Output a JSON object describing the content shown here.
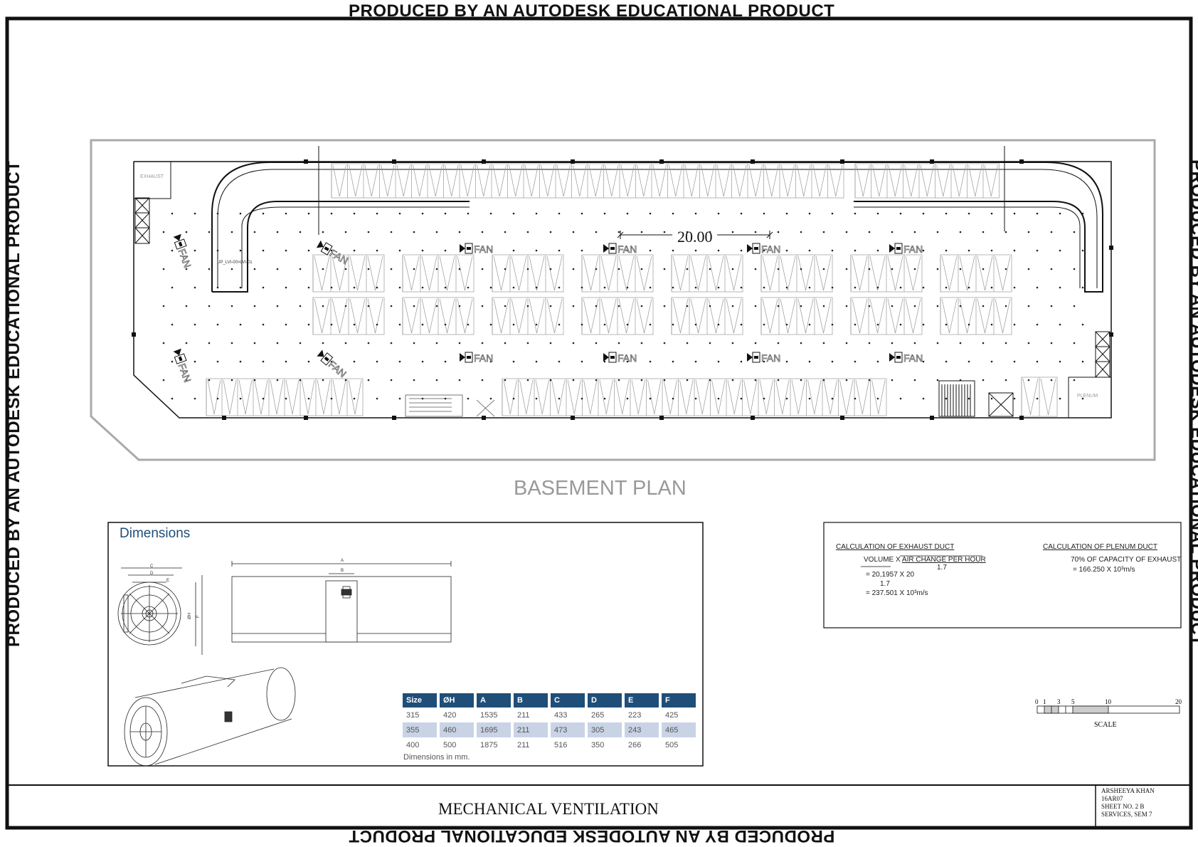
{
  "watermark": "PRODUCED BY AN AUTODESK EDUCATIONAL PRODUCT",
  "plan": {
    "title": "BASEMENT PLAN",
    "dimension_label": "20.00",
    "exhaust_label": "EXHAUST",
    "plenum_label": "PLENUM",
    "ramp_label": "UP_LVI-00>LVI-01",
    "fan_label": "FAN"
  },
  "dimensions_panel": {
    "title": "Dimensions",
    "drawing_labels": {
      "A": "A",
      "B": "B",
      "C": "C",
      "D": "D",
      "E": "E",
      "F": "F",
      "H": "ØH"
    },
    "table": {
      "headers": [
        "Size",
        "ØH",
        "A",
        "B",
        "C",
        "D",
        "E",
        "F"
      ],
      "rows": [
        [
          "315",
          "420",
          "1535",
          "211",
          "433",
          "265",
          "223",
          "425"
        ],
        [
          "355",
          "460",
          "1695",
          "211",
          "473",
          "305",
          "243",
          "465"
        ],
        [
          "400",
          "500",
          "1875",
          "211",
          "516",
          "350",
          "266",
          "505"
        ]
      ],
      "note": "Dimensions in mm."
    }
  },
  "calculations": {
    "exhaust_title": "CALCULATION OF EXHAUST DUCT",
    "exhaust_line1_pre": "VOLUME X ",
    "exhaust_line1_underlined": "AIR CHANGE PER HOUR",
    "exhaust_line1_den": "1.7",
    "exhaust_line2": "= 20,1957 X 20",
    "exhaust_line2_den": "1.7",
    "exhaust_line3": "= 237.501 X 10³m/s",
    "plenum_title": "CALCULATION OF PLENUM DUCT",
    "plenum_line1": "70% OF CAPACITY OF EXHAUST",
    "plenum_line2": "= 166.250 X 10³m/s"
  },
  "scale": {
    "ticks": [
      "0",
      "1",
      "3",
      "5",
      "10",
      "20"
    ],
    "label": "SCALE"
  },
  "title_block": {
    "title": "MECHANICAL VENTILATION",
    "name": "ARSHEEYA KHAN",
    "roll": "16AR07",
    "sheet": "SHEET NO.  2 B",
    "subject": "SERVICES, SEM 7"
  },
  "colors": {
    "ink": "#111111",
    "line": "#222222",
    "grey": "#999999",
    "header_blue": "#1f4e79",
    "row_shade": "#c9d3e6",
    "title_blue": "#1f4e79"
  }
}
